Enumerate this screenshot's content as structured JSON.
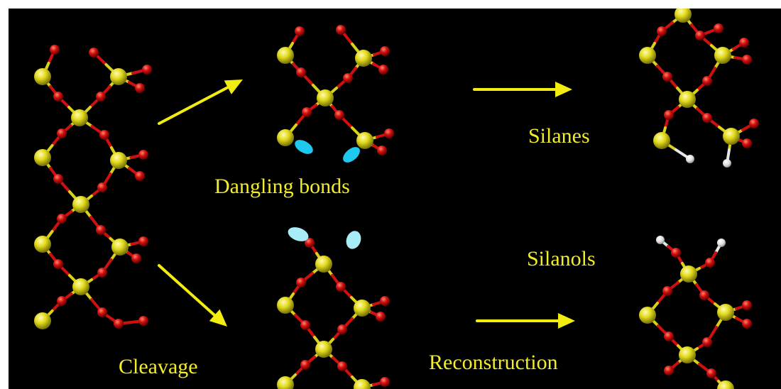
{
  "labels": {
    "dangling_bonds": "Dangling bonds",
    "silanes": "Silanes",
    "silanols": "Silanols",
    "cleavage": "Cleavage",
    "reconstruction": "Reconstruction"
  },
  "colors": {
    "background": "#000000",
    "frame": "#ffffff",
    "silicon": "#d8d21a",
    "oxygen": "#d01010",
    "hydrogen": "#e6e6e6",
    "dangling_lobe": "#1ec8ee",
    "dangling_lobe_light": "#a8ecf8",
    "arrow": "#f2ec10",
    "label": "#f2ec2a"
  },
  "structures": [
    "bulk-chain",
    "dangling-top",
    "dangling-bottom",
    "silanes-structure",
    "silanols-structure"
  ]
}
